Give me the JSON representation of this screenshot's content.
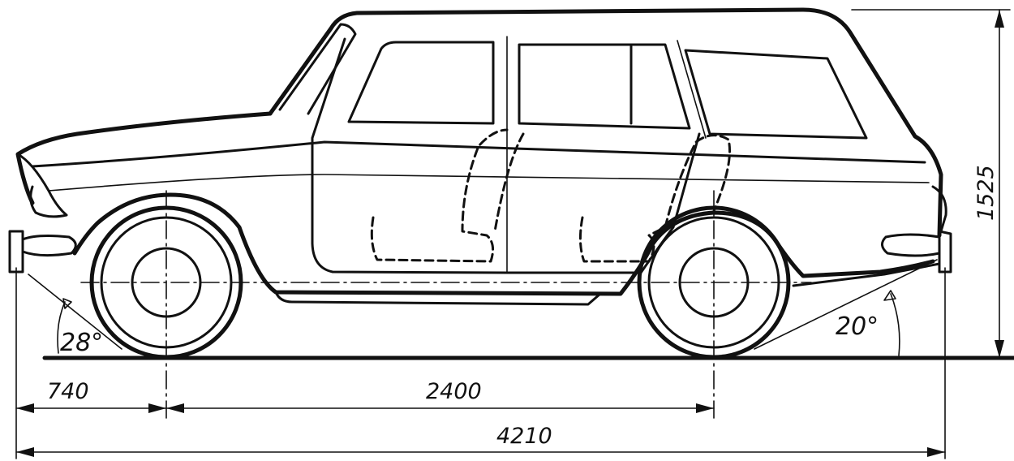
{
  "drawing": {
    "subject": "station-wagon side view",
    "line_color": "#111111",
    "background": "#ffffff"
  },
  "dimensions": {
    "front_overhang": "740",
    "wheelbase": "2400",
    "overall_length": "4210",
    "height": "1525"
  },
  "angles": {
    "approach": "28°",
    "departure": "20°"
  }
}
